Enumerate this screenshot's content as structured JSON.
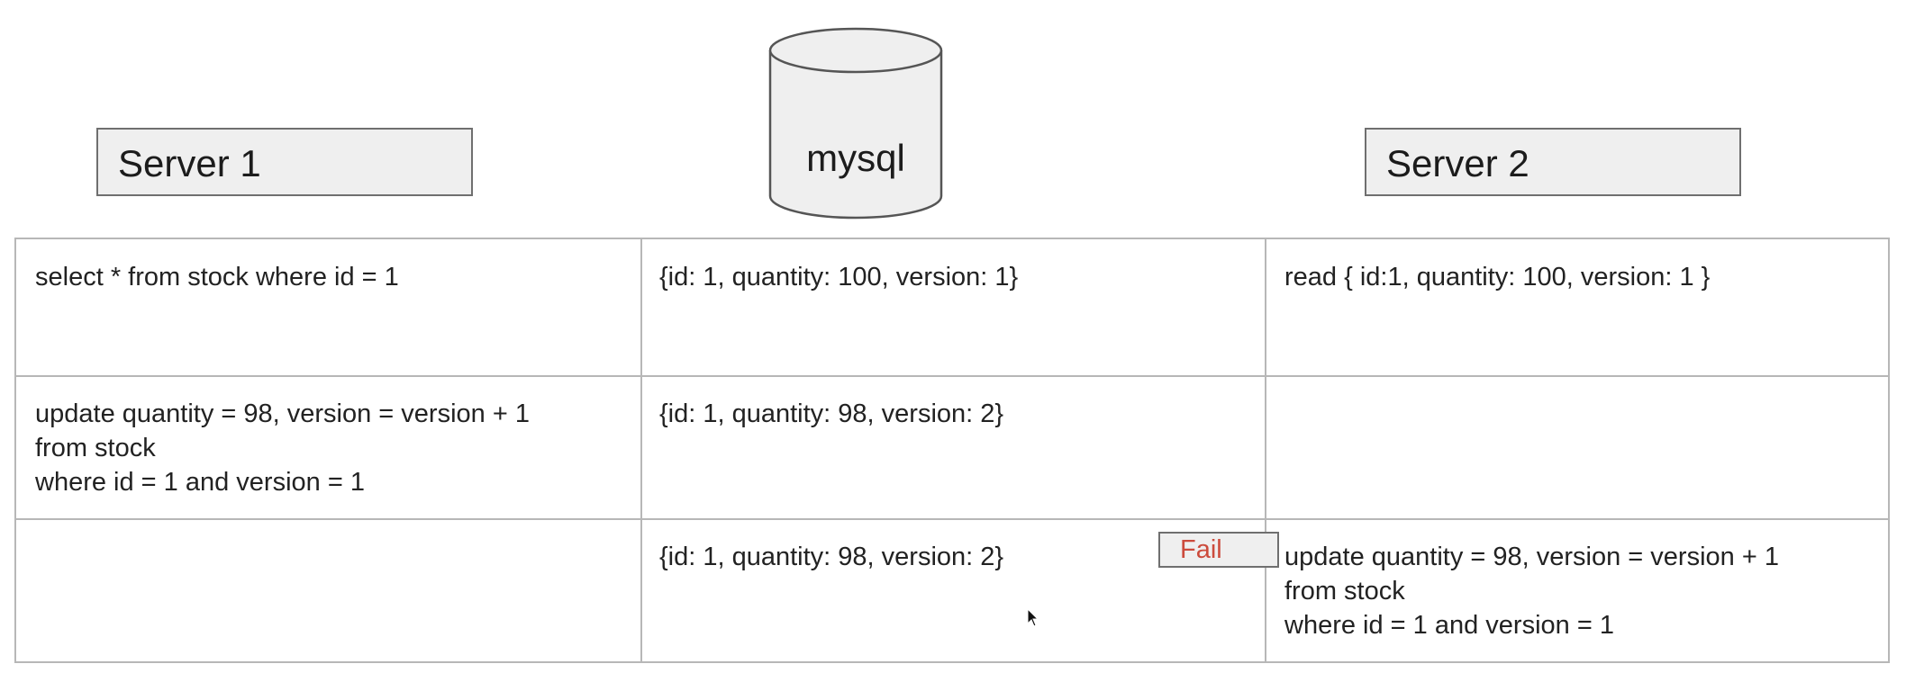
{
  "servers": {
    "server1": "Server 1",
    "server2": "Server 2"
  },
  "database": {
    "label": "mysql"
  },
  "rows": [
    {
      "server1": "select * from stock where id = 1",
      "mysql": "{id: 1, quantity: 100, version: 1}",
      "server2": "read { id:1, quantity: 100, version: 1 }"
    },
    {
      "server1": "update quantity = 98, version = version + 1\nfrom stock\nwhere id = 1 and version = 1",
      "mysql": "{id: 1, quantity: 98, version: 2}",
      "server2": ""
    },
    {
      "server1": "",
      "mysql": "{id: 1, quantity: 98, version: 2}",
      "server2": "update quantity = 98, version = version + 1\nfrom stock\nwhere id = 1 and version = 1"
    }
  ],
  "fail_badge": "Fail",
  "colors": {
    "fail_text": "#cc4b3c",
    "box_fill": "#efefef",
    "grid_line": "#b7b7b7"
  }
}
